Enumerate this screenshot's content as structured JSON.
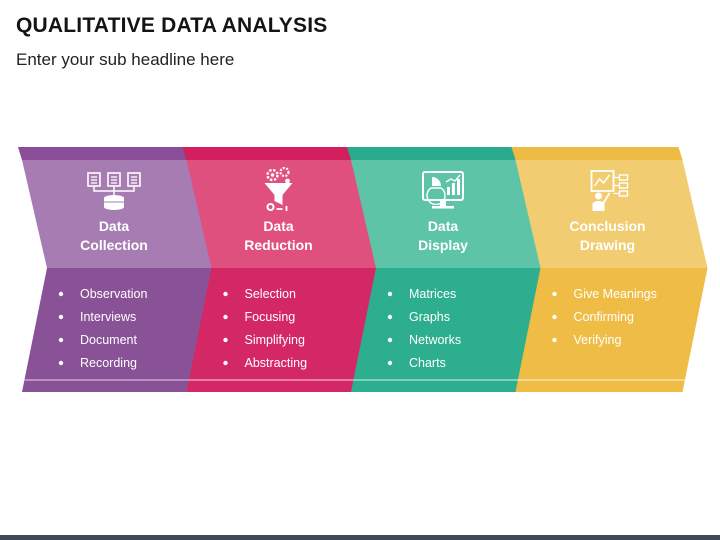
{
  "header": {
    "title": "QUALITATIVE DATA ANALYSIS",
    "subtitle": "Enter your sub headline here"
  },
  "steps": [
    {
      "title_lines": [
        "Data",
        "Collection"
      ],
      "icon": "database-icon",
      "colors": {
        "strip": "#8a4d99",
        "top": "#a67cb3",
        "bottom": "#8a5296",
        "line": "#b891c2"
      },
      "items": [
        "Observation",
        "Interviews",
        "Document",
        "Recording"
      ]
    },
    {
      "title_lines": [
        "Data",
        "Reduction"
      ],
      "icon": "funnel-gear-icon",
      "colors": {
        "strip": "#d41f5f",
        "top": "#e0507e",
        "bottom": "#d42866",
        "line": "#ea7fa1"
      },
      "items": [
        "Selection",
        "Focusing",
        "Simplifying",
        "Abstracting"
      ]
    },
    {
      "title_lines": [
        "Data",
        "Display"
      ],
      "icon": "monitor-chart-icon",
      "colors": {
        "strip": "#2aab8d",
        "top": "#5ec4a8",
        "bottom": "#2daf8f",
        "line": "#7fd3bd"
      },
      "items": [
        "Matrices",
        "Graphs",
        "Networks",
        "Charts"
      ]
    },
    {
      "title_lines": [
        "Conclusion",
        "Drawing"
      ],
      "icon": "presenter-board-icon",
      "colors": {
        "strip": "#eebb42",
        "top": "#f2cc70",
        "bottom": "#efbc45",
        "line": "#f6d890"
      },
      "items": [
        "Give Meanings",
        "Confirming",
        "Verifying"
      ]
    }
  ]
}
